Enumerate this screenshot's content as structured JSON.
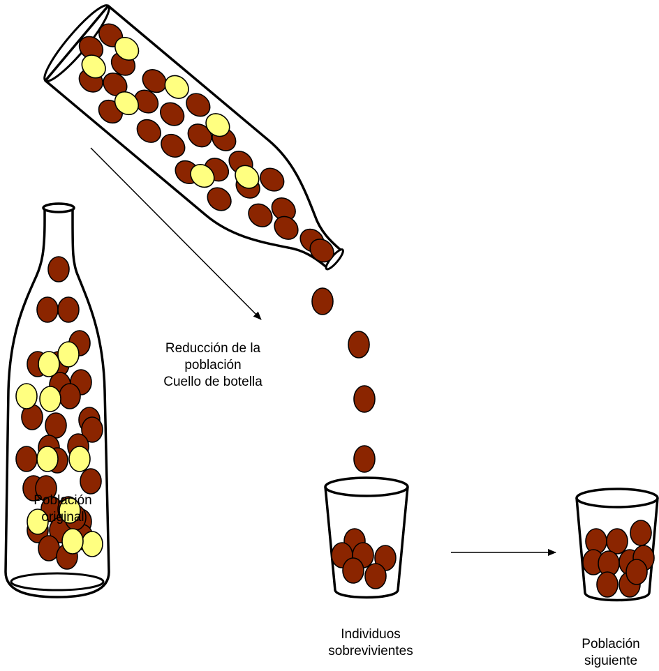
{
  "labels": {
    "original": [
      "Población",
      "original"
    ],
    "bottleneck": [
      "Reducción de la",
      "población",
      "Cuello de botella"
    ],
    "survivors": [
      "Individuos",
      "sobrevivientes"
    ],
    "next": [
      "Población",
      "siguiente"
    ]
  },
  "colors": {
    "brown": "#8b2500",
    "yellow": "#ffff80",
    "outline": "#000000"
  },
  "populations": {
    "original": {
      "brown": 29,
      "yellow": 10
    },
    "pouring": {
      "brown": 25,
      "yellow": 7
    },
    "falling": {
      "brown": 4
    },
    "survivors": {
      "brown": 6
    },
    "next": {
      "brown": 10
    }
  }
}
